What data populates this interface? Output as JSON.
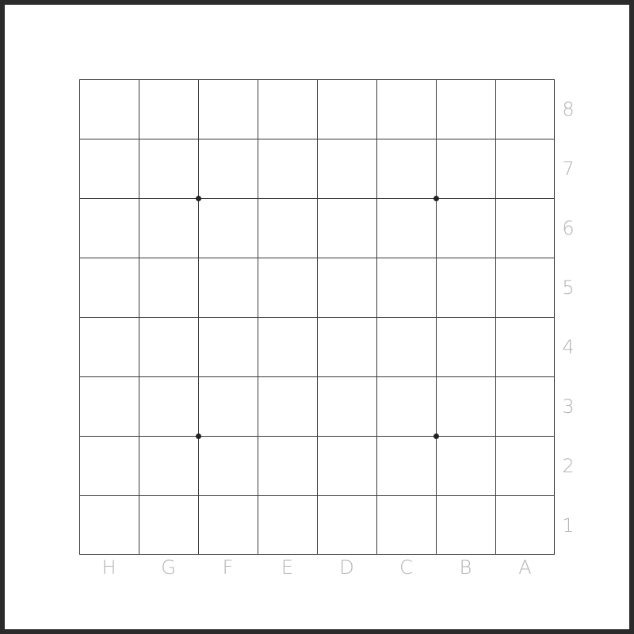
{
  "board": {
    "files": [
      "H",
      "G",
      "F",
      "E",
      "D",
      "C",
      "B",
      "A"
    ],
    "ranks": [
      "8",
      "7",
      "6",
      "5",
      "4",
      "3",
      "2",
      "1"
    ],
    "star_points": [
      {
        "file": "F",
        "rank": "6"
      },
      {
        "file": "B",
        "rank": "6"
      },
      {
        "file": "F",
        "rank": "2"
      },
      {
        "file": "B",
        "rank": "2"
      }
    ],
    "colors": {
      "outer_frame": "#2b2b2b",
      "background": "#ffffff",
      "grid_line": "#3a3a3a",
      "star_point": "#222222",
      "label": "#b3b3b3"
    }
  }
}
